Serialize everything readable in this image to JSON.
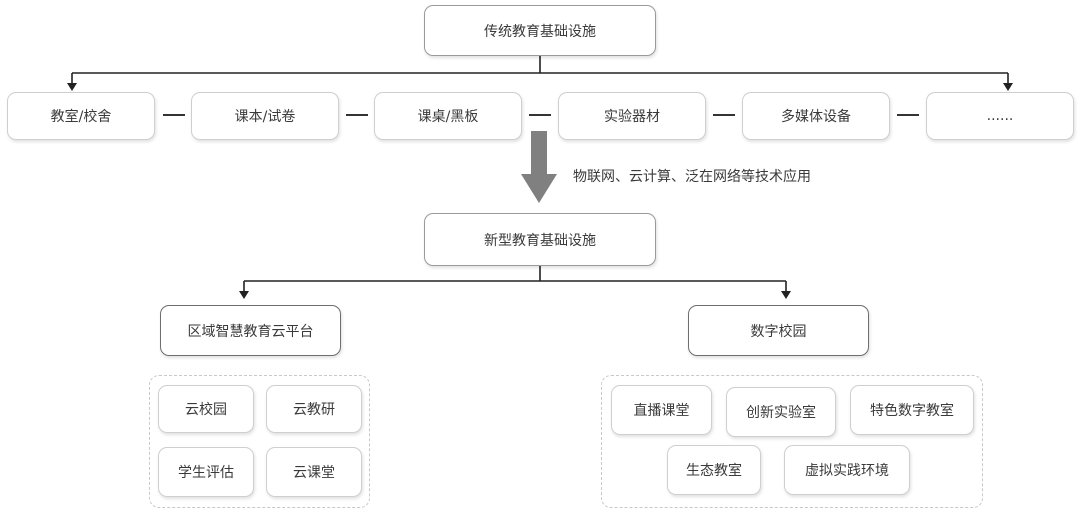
{
  "top": {
    "title": "传统教育基础设施"
  },
  "traditional_items": [
    "教室/校舍",
    "课本/试卷",
    "课桌/黑板",
    "实验器材",
    "多媒体设备",
    "......"
  ],
  "transition_label": "物联网、云计算、泛在网络等技术应用",
  "new": {
    "title": "新型教育基础设施"
  },
  "left_branch": {
    "title": "区域智慧教育云平台",
    "items": [
      "云校园",
      "云教研",
      "学生评估",
      "云课堂"
    ]
  },
  "right_branch": {
    "title": "数字校园",
    "items": [
      "直播课堂",
      "创新实验室",
      "特色数字教室",
      "生态教室",
      "虚拟实践环境"
    ]
  },
  "colors": {
    "border": "#9a9a9a",
    "arrow": "#222222",
    "transition_arrow": "#808080"
  }
}
